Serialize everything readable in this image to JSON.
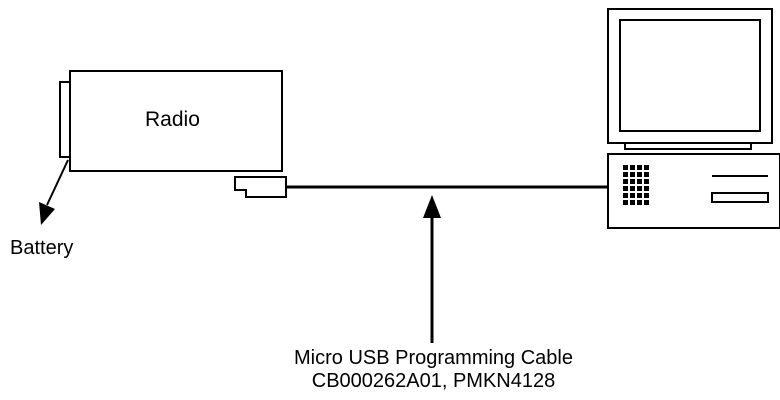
{
  "labels": {
    "radio": "Radio",
    "battery": "Battery",
    "cable_name": "Micro USB Programming Cable",
    "cable_part_numbers": "CB000262A01, PMKN4128"
  },
  "icons": {
    "radio": "radio-icon",
    "battery": "battery-icon",
    "connector": "usb-connector-icon",
    "computer": "desktop-computer-icon",
    "arrow": "arrow-up-icon"
  },
  "colors": {
    "line": "#000000",
    "background": "#ffffff"
  }
}
